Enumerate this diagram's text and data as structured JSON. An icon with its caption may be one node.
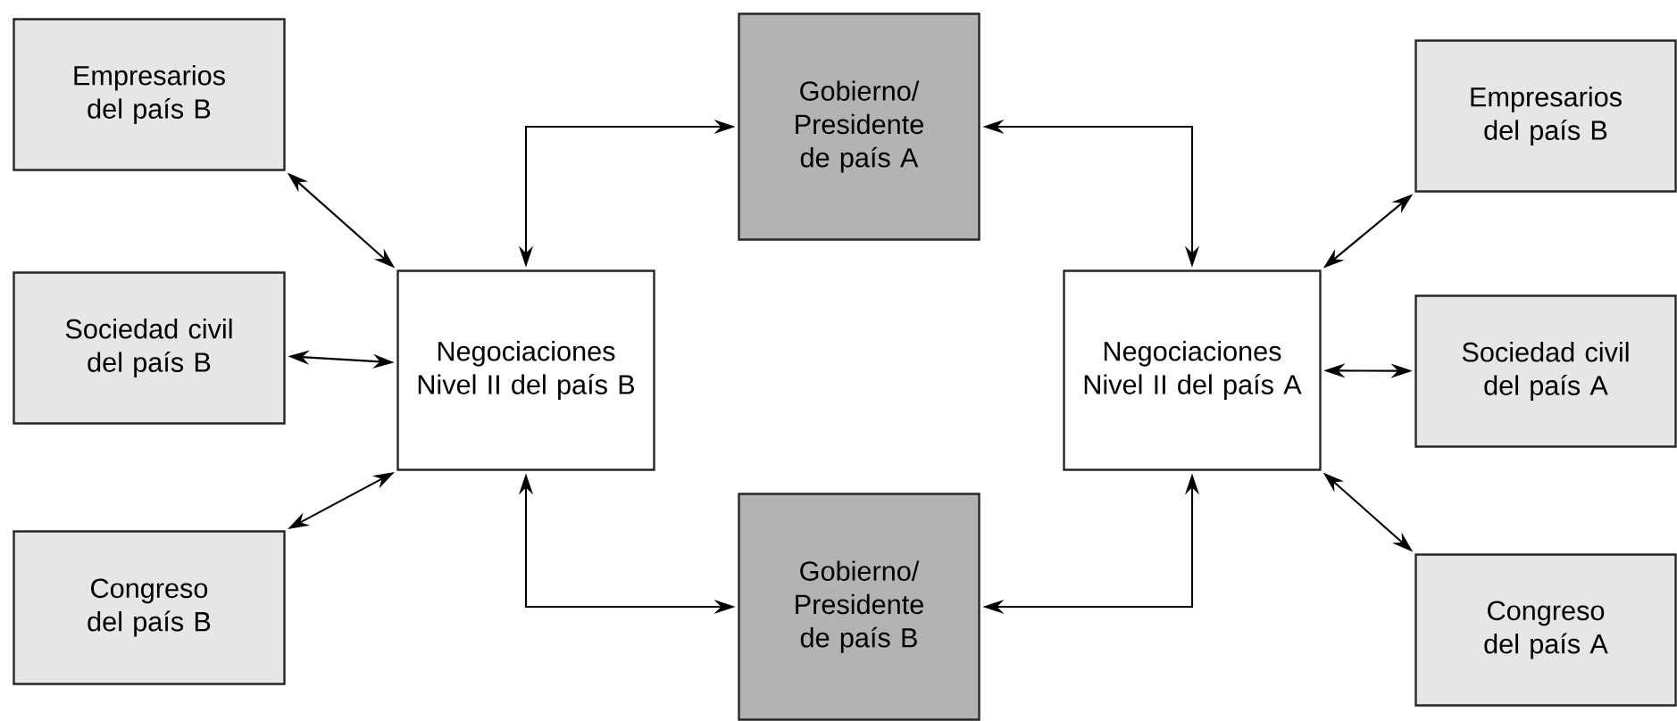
{
  "diagram": {
    "nodes": [
      {
        "text": [
          "Empresarios del país B"
        ]
      },
      {
        "text": [
          "Gobierno/ Presidente de país A"
        ]
      },
      {
        "text": [
          "Empresarios del país B"
        ]
      },
      {
        "text": [
          "Sociedad civil del país B"
        ]
      },
      {
        "text": [
          "Negociaciones Nivel II del país B"
        ]
      },
      {
        "text": [
          "Negociaciones Nivel II del país A"
        ]
      },
      {
        "text": [
          "Sociedad civil del país A"
        ]
      },
      {
        "text": [
          "Congreso del país B"
        ]
      },
      {
        "text": [
          "Gobierno/ Presidente de país B"
        ]
      },
      {
        "text": [
          "Congreso del país A"
        ]
      }
    ],
    "edges": [
      {
        "from": 0,
        "to": 4,
        "arrow": "both"
      },
      {
        "from": 3,
        "to": 4,
        "arrow": "both"
      },
      {
        "from": 7,
        "to": 4,
        "arrow": "both"
      },
      {
        "from": 4,
        "to": 1,
        "arrow": "both"
      },
      {
        "from": 1,
        "to": 5,
        "arrow": "both"
      },
      {
        "from": 4,
        "to": 8,
        "arrow": "both"
      },
      {
        "from": 8,
        "to": 5,
        "arrow": "both"
      },
      {
        "from": 5,
        "to": 2,
        "arrow": "both"
      },
      {
        "from": 5,
        "to": 6,
        "arrow": "both"
      },
      {
        "from": 5,
        "to": 9,
        "arrow": "both"
      }
    ]
  }
}
